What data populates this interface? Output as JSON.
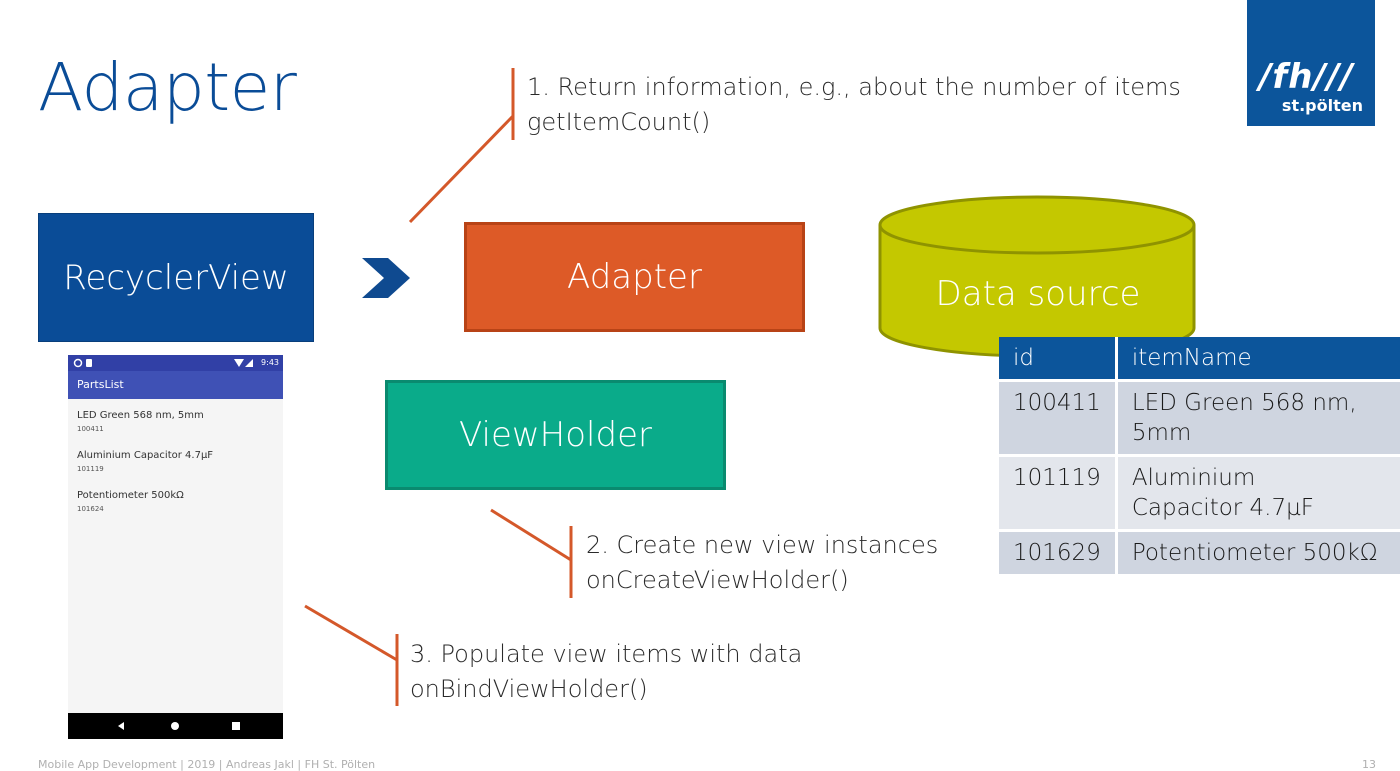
{
  "slide": {
    "title": "Adapter",
    "logo": {
      "line1": "/fh///",
      "line2": "st.pölten"
    },
    "footer": "Mobile App Development | 2019 | Andreas Jakl | FH St. Pölten",
    "page_number": "13"
  },
  "steps": {
    "step1": {
      "text": "1. Return information, e.g., about the number of items",
      "method": "getItemCount()"
    },
    "step2": {
      "text": "2. Create new view instances",
      "method": "onCreateViewHolder()"
    },
    "step3": {
      "text": "3. Populate view items with data",
      "method": "onBindViewHolder()"
    }
  },
  "boxes": {
    "recycler_view": "RecyclerView",
    "adapter": "Adapter",
    "view_holder": "ViewHolder",
    "data_source": "Data source"
  },
  "table": {
    "headers": [
      "id",
      "itemName"
    ],
    "rows": [
      [
        "100411",
        "LED Green 568 nm, 5mm"
      ],
      [
        "101119",
        "Aluminium Capacitor 4.7µF"
      ],
      [
        "101629",
        "Potentiometer 500kΩ"
      ]
    ]
  },
  "phone": {
    "time": "9:43",
    "app_title": "PartsList",
    "items": [
      {
        "name": "LED Green 568 nm, 5mm",
        "id": "100411"
      },
      {
        "name": "Aluminium Capacitor 4.7µF",
        "id": "101119"
      },
      {
        "name": "Potentiometer 500kΩ",
        "id": "101624"
      }
    ]
  },
  "colors": {
    "title_blue": "#0a4c97",
    "recycler_blue": "#0a4c97",
    "adapter_orange": "#dd5a27",
    "viewholder_teal": "#0aab8a",
    "datasource_lime": "#c4c800",
    "connector_orange": "#d4582a",
    "table_header": "#0c559b"
  }
}
